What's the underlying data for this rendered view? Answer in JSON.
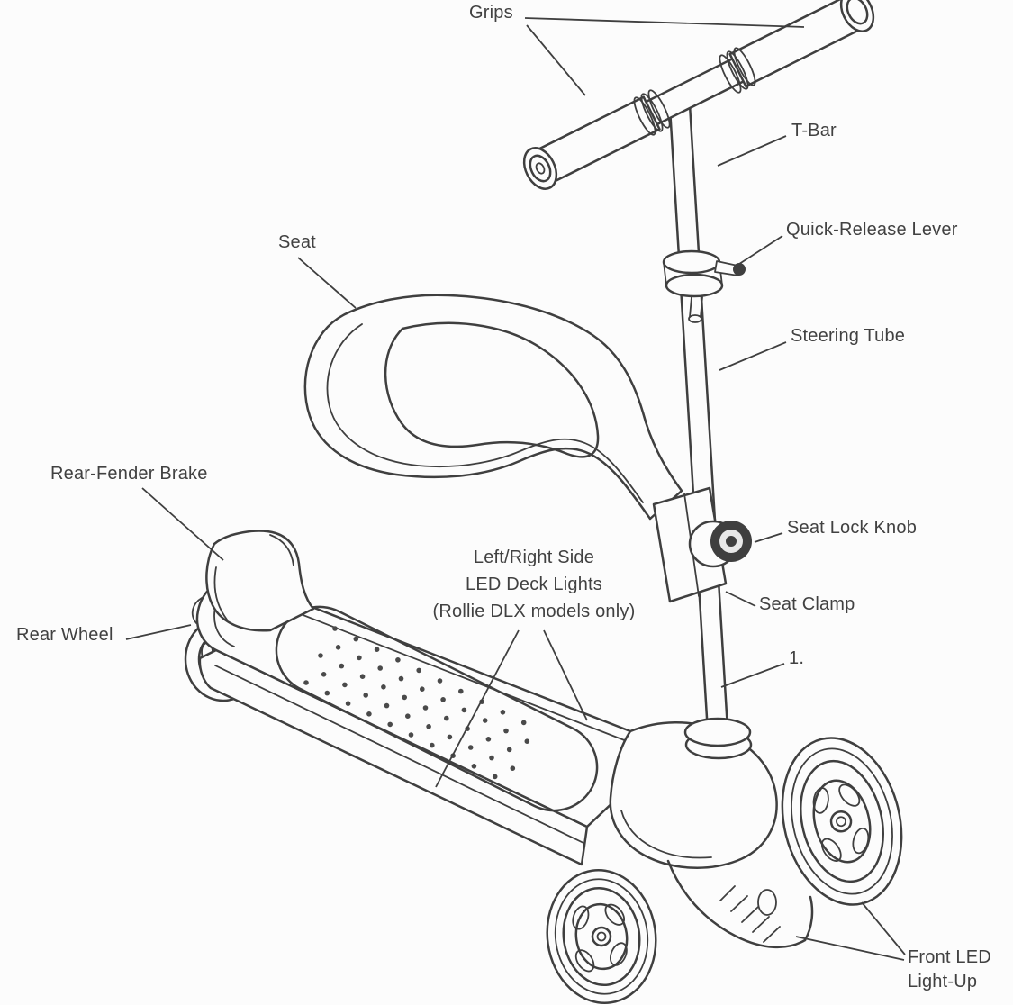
{
  "diagram": {
    "subject": "scooter-parts-diagram",
    "colors": {
      "line": "#3f3f3f",
      "background": "#fcfcfc",
      "knob": "#3f3f3f"
    },
    "labels": {
      "grips": "Grips",
      "t_bar": "T-Bar",
      "quick_release_lever": "Quick-Release Lever",
      "seat": "Seat",
      "steering_tube": "Steering Tube",
      "rear_fender_brake": "Rear-Fender Brake",
      "seat_lock_knob": "Seat Lock Knob",
      "led_deck_lights_line1": "Left/Right Side",
      "led_deck_lights_line2": "LED Deck Lights",
      "led_deck_lights_line3": "(Rollie DLX models only)",
      "seat_clamp": "Seat Clamp",
      "rear_wheel": "Rear Wheel",
      "item_number": "1.",
      "front_led_line1": "Front LED",
      "front_led_line2": "Light-Up"
    }
  }
}
